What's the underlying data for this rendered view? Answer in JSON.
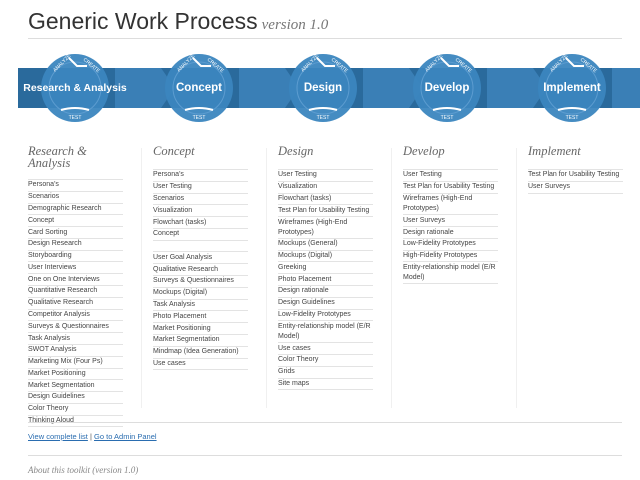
{
  "header": {
    "title": "Generic Work Process",
    "version": "version 1.0"
  },
  "banner": {
    "ring_top_left": "ANALYZE",
    "ring_top_right": "CREATE",
    "ring_bottom": "TEST",
    "stages": [
      "Research & Analysis",
      "Concept",
      "Design",
      "Develop",
      "Implement"
    ],
    "colors": {
      "band": "#2a6a9c",
      "circle": "#3b86bf",
      "text": "#ffffff"
    }
  },
  "columns": [
    {
      "title": "Research & Analysis",
      "items": [
        "Persona's",
        "Scenarios",
        "Demographic Research",
        "Concept",
        "Card Sorting",
        "Design Research",
        "Storyboarding",
        "User Interviews",
        "One on One Interviews",
        "Quantitative Research",
        "Qualitative Research",
        "Competitor Analysis",
        "Surveys & Questionnaires",
        "Task Analysis",
        "SWOT Analysis",
        "Marketing Mix (Four Ps)",
        "Market Positioning",
        "Market Segmentation",
        "Design Guidelines",
        "Color Theory",
        "Thinking Aloud"
      ]
    },
    {
      "title": "Concept",
      "items": [
        "Persona's",
        "User Testing",
        "Scenarios",
        "Visualization",
        "Flowchart (tasks)",
        "Concept",
        "",
        "User Goal Analysis",
        "Qualitative Research",
        "Surveys & Questionnaires",
        "Mockups (Digital)",
        "Task Analysis",
        "Photo Placement",
        "Market Positioning",
        "Market Segmentation",
        "Mindmap (Idea Generation)",
        "Use cases"
      ]
    },
    {
      "title": "Design",
      "items": [
        "User Testing",
        "Visualization",
        "Flowchart (tasks)",
        "Test Plan for Usability Testing",
        "Wireframes (High-End Prototypes)",
        "Mockups (General)",
        "Mockups (Digital)",
        "Greeking",
        "Photo Placement",
        "Design rationale",
        "Design Guidelines",
        "Low-Fidelity Prototypes",
        "Entity-relationship model (E/R Model)",
        "Use cases",
        "Color Theory",
        "Grids",
        "Site maps"
      ]
    },
    {
      "title": "Develop",
      "items": [
        "User Testing",
        "Test Plan for Usability Testing",
        "Wireframes (High-End Prototypes)",
        "User Surveys",
        "Design rationale",
        "Low-Fidelity Prototypes",
        "High-Fidelity Prototypes",
        "Entity-relationship model (E/R Model)"
      ]
    },
    {
      "title": "Implement",
      "items": [
        "Test Plan for Usability Testing",
        "User Surveys"
      ]
    }
  ],
  "footer": {
    "link_complete": "View complete list",
    "separator": "|",
    "link_admin": "Go to Admin Panel",
    "about": "About this toolkit (version 1.0)"
  }
}
